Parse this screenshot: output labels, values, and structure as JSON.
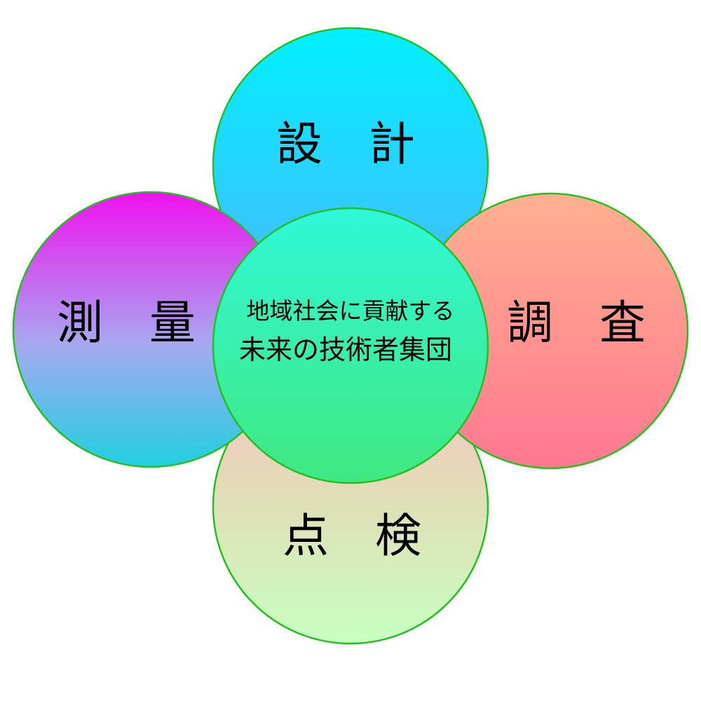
{
  "diagram": {
    "center": {
      "line1": "地域社会に貢献する",
      "line2": "未来の技術者集団"
    },
    "petals": {
      "top": "設　計",
      "left": "測　量",
      "right": "調　査",
      "bottom": "点　検"
    }
  },
  "colors": {
    "outline": "#22c020",
    "top_gradient": [
      "#00f0ff",
      "#4ab8ff"
    ],
    "left_gradient": [
      "#f010f0",
      "#20d0e0"
    ],
    "right_gradient": [
      "#ffb090",
      "#ff7890"
    ],
    "bottom_gradient": [
      "#f8c8c0",
      "#c8ffc0"
    ],
    "center_gradient": [
      "#30f8d8",
      "#40e880"
    ]
  }
}
